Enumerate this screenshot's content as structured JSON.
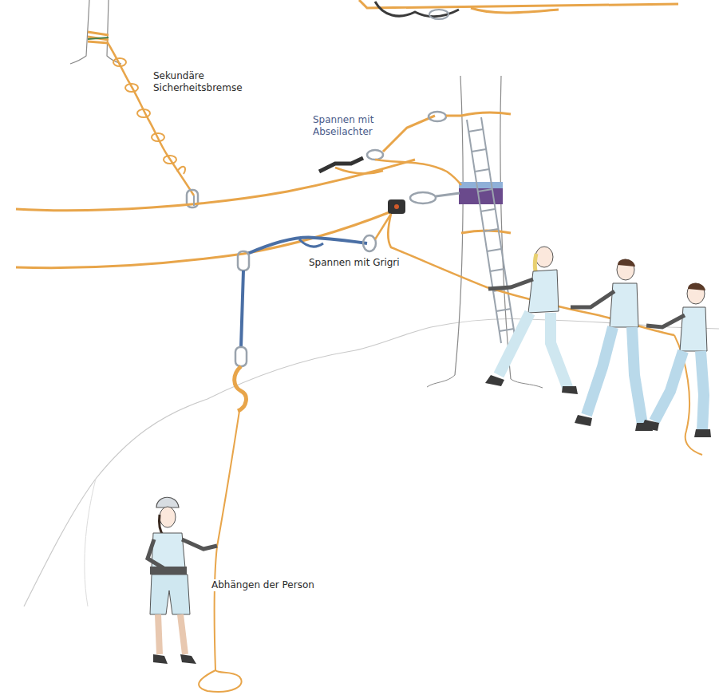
{
  "diagram": {
    "labels": [
      "Sekundäre Sicherheitsbremse",
      "Spannen mit Abseilachter",
      "Spannen mit Grigri",
      "Abhängen der Person"
    ]
  }
}
